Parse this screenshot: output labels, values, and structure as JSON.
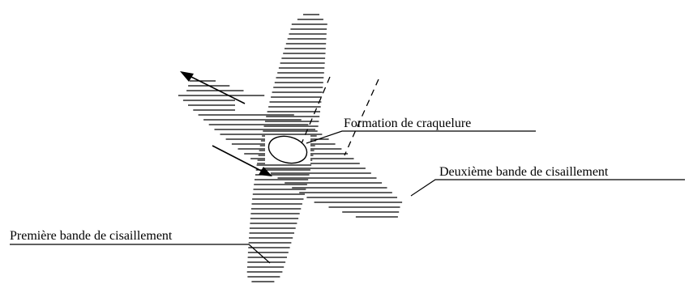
{
  "labels": {
    "craze": "Formation de craquelure",
    "band_second": "Deuxième bande de cisaillement",
    "band_first": "Première bande de cisaillement"
  },
  "colors": {
    "ink": "#000000",
    "background": "#ffffff"
  }
}
